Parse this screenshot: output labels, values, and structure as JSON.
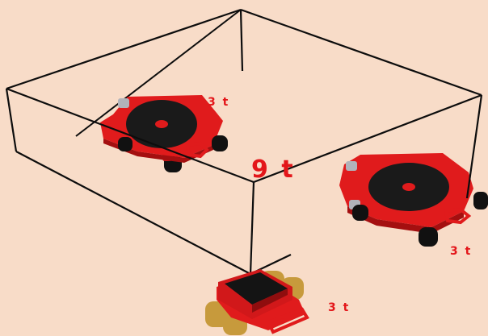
{
  "diagram": {
    "background_color": "#f8dcc8",
    "accent_color": "#e3161a",
    "frame_color": "#0d0d0d",
    "total_load_label": "9 t",
    "skates": [
      {
        "name": "rotating-skate-back-left",
        "load_label": "3 t",
        "color": "#e3161a"
      },
      {
        "name": "rotating-skate-right",
        "load_label": "3 t",
        "color": "#e3161a"
      },
      {
        "name": "steerable-skate-front",
        "load_label": "3 t",
        "color": "#e3161a"
      }
    ]
  }
}
